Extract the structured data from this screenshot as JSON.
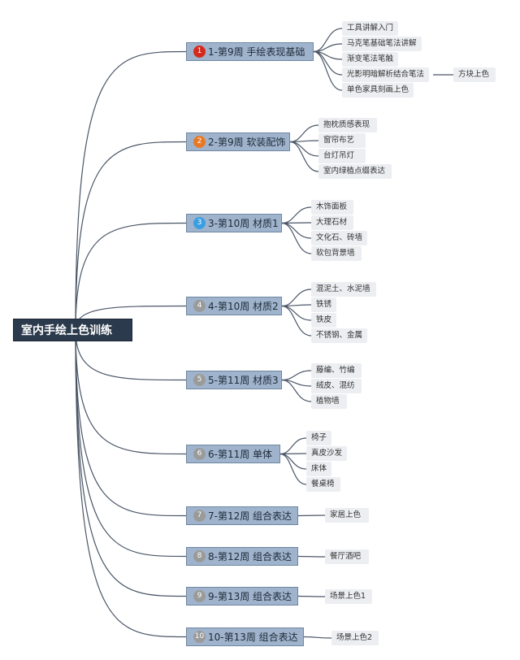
{
  "root": {
    "label": "室内手绘上色训练"
  },
  "colors": {
    "line": "#4a5666",
    "badge_red": "#d6291e",
    "badge_orange": "#e87924",
    "badge_blue": "#3a9ee0",
    "badge_gray": "#9a9a9a"
  },
  "branches": [
    {
      "num": "1",
      "badge": "red",
      "label": "1-第9周 手绘表现基础",
      "children": [
        {
          "label": "工具讲解入门"
        },
        {
          "label": "马克笔基础笔法讲解"
        },
        {
          "label": "渐变笔法笔触"
        },
        {
          "label": "光影明暗解析结合笔法",
          "children": [
            {
              "label": "方块上色"
            }
          ]
        },
        {
          "label": "单色家具刻画上色"
        }
      ]
    },
    {
      "num": "2",
      "badge": "orange",
      "label": "2-第9周 软装配饰",
      "children": [
        {
          "label": "抱枕质感表现"
        },
        {
          "label": "窗帘布艺"
        },
        {
          "label": "台灯吊灯"
        },
        {
          "label": "室内绿植点缀表达"
        }
      ]
    },
    {
      "num": "3",
      "badge": "blue",
      "label": "3-第10周 材质1",
      "children": [
        {
          "label": "木饰面板"
        },
        {
          "label": "大理石材"
        },
        {
          "label": "文化石、砖墙"
        },
        {
          "label": "软包背景墙"
        }
      ]
    },
    {
      "num": "4",
      "badge": "gray",
      "label": "4-第10周 材质2",
      "children": [
        {
          "label": "混泥土、水泥墙"
        },
        {
          "label": "铁锈"
        },
        {
          "label": "铁皮"
        },
        {
          "label": "不锈钢、金属"
        }
      ]
    },
    {
      "num": "5",
      "badge": "gray",
      "label": "5-第11周 材质3",
      "children": [
        {
          "label": "藤编、竹编"
        },
        {
          "label": "绒皮、混纺"
        },
        {
          "label": "植物墙"
        }
      ]
    },
    {
      "num": "6",
      "badge": "gray",
      "label": "6-第11周 单体",
      "children": [
        {
          "label": "椅子"
        },
        {
          "label": "真皮沙发"
        },
        {
          "label": "床体"
        },
        {
          "label": "餐桌椅"
        }
      ]
    },
    {
      "num": "7",
      "badge": "gray",
      "label": "7-第12周 组合表达",
      "children": [
        {
          "label": "家居上色"
        }
      ]
    },
    {
      "num": "8",
      "badge": "gray",
      "label": "8-第12周 组合表达",
      "children": [
        {
          "label": "餐厅酒吧"
        }
      ]
    },
    {
      "num": "9",
      "badge": "gray",
      "label": "9-第13周 组合表达",
      "children": [
        {
          "label": "场景上色1"
        }
      ]
    },
    {
      "num": "10",
      "badge": "gray",
      "label": "10-第13周 组合表达",
      "children": [
        {
          "label": "场景上色2"
        }
      ]
    }
  ]
}
